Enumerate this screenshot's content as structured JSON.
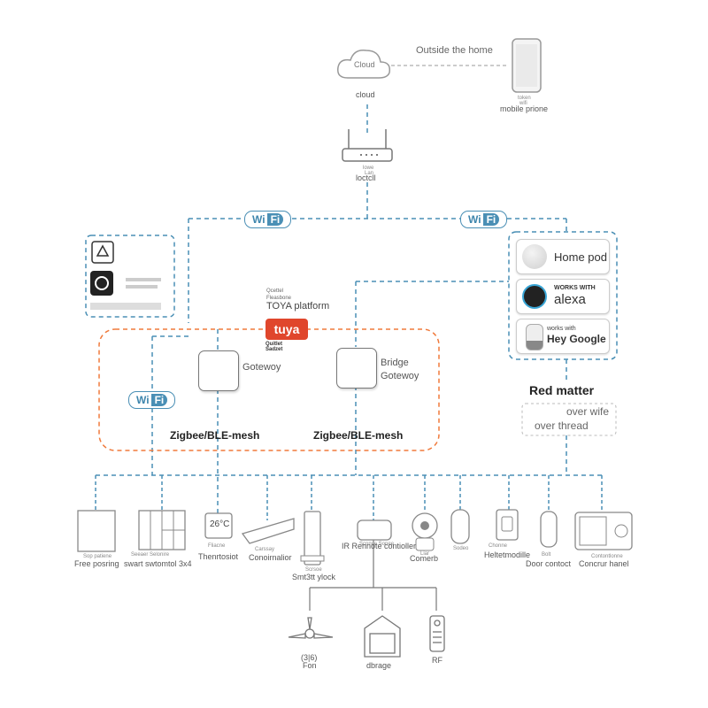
{
  "top": {
    "cloud_icon_label": "Cloud",
    "cloud_label": "cloud",
    "outside_label": "Outside the home",
    "phone_sub1": "token",
    "phone_sub2": "wifi",
    "phone_label": "mobile prione",
    "router_sub1": "lowe",
    "router_sub2": "Lan",
    "router_label": "loctcll"
  },
  "wifi_badges": [
    "Wi",
    "Fi"
  ],
  "platform": {
    "small1": "Qcettel",
    "small2": "Fleasbone",
    "label": "TOYA platform",
    "tuya_logo": "tuya",
    "tuya_sub1": "Quitlet",
    "tuya_sub2": "Sadzet"
  },
  "gateways": {
    "left_label": "Gotewoy",
    "right_label_1": "Bridge",
    "right_label_2": "Gotewoy",
    "protocol_left": "Zigbee/BLE-mesh",
    "protocol_right": "Zigbee/BLE-mesh"
  },
  "voice": {
    "homepod": "Home pod",
    "alexa_small": "WORKS WITH",
    "alexa": "alexa",
    "google_small": "works with",
    "google": "Hey Google"
  },
  "matter": {
    "title": "Red matter",
    "line1": "over wife",
    "line2": "over thread"
  },
  "devices": [
    {
      "name": "Free posring",
      "sub": "Sop patiene"
    },
    {
      "name": "swart swtomtol 3x4",
      "sub": "Seeaer Selonire"
    },
    {
      "name": "Thenrtosiot",
      "sub": "Fliacne"
    },
    {
      "name": "Conoirnalior",
      "sub": "Carssay"
    },
    {
      "name": "Smt3tt ylock",
      "sub": "Scrsoe"
    },
    {
      "name": "IR Rennote contioller",
      "sub": "Scnnve Sonee"
    },
    {
      "name": "Comerb",
      "sub": "Liar"
    },
    {
      "name": "",
      "sub": "Sodeo"
    },
    {
      "name": "Heltetmodille",
      "sub": "Chonne"
    },
    {
      "name": "Door contoct",
      "sub": "Bolt"
    },
    {
      "name": "Concrur hanel",
      "sub": "Contontlonne"
    }
  ],
  "thermostat_reading": "26°C",
  "ir_devices": [
    {
      "name": "Fon",
      "sub": "(3|6)"
    },
    {
      "name": "dbrage",
      "sub": ""
    },
    {
      "name": "RF",
      "sub": ""
    }
  ],
  "colors": {
    "blue_dash": "#4a8fb5",
    "orange_dash": "#f07a3c",
    "tuya_red": "#e0462c"
  }
}
